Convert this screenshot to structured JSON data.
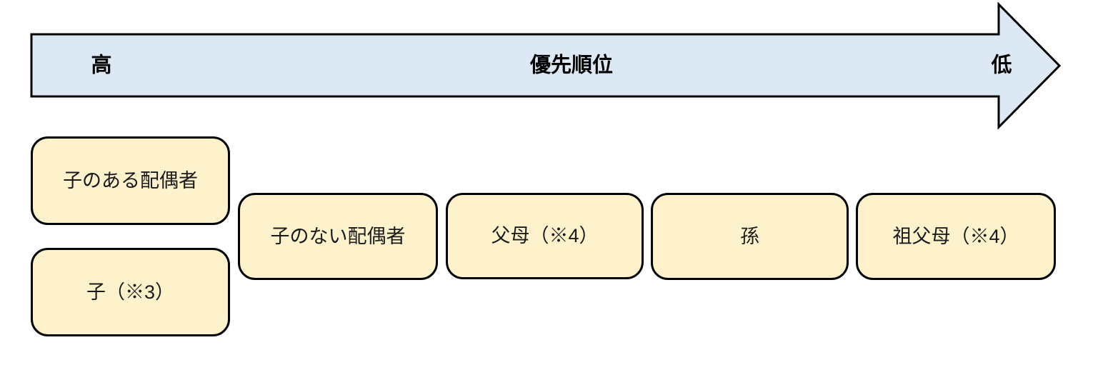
{
  "arrow": {
    "left_label": "高",
    "center_label": "優先順位",
    "right_label": "低",
    "fill": "#dce8f4",
    "border": "#000000"
  },
  "boxes": [
    {
      "id": "spouse-with-child",
      "label": "子のある配偶者"
    },
    {
      "id": "child",
      "label": "子（※3）"
    },
    {
      "id": "spouse-without-child",
      "label": "子のない配偶者"
    },
    {
      "id": "parents",
      "label": "父母（※4）"
    },
    {
      "id": "grandchild",
      "label": "孫"
    },
    {
      "id": "grandparents",
      "label": "祖父母（※4）"
    }
  ],
  "colors": {
    "box_fill": "#fdf2cc",
    "box_border": "#000000"
  }
}
